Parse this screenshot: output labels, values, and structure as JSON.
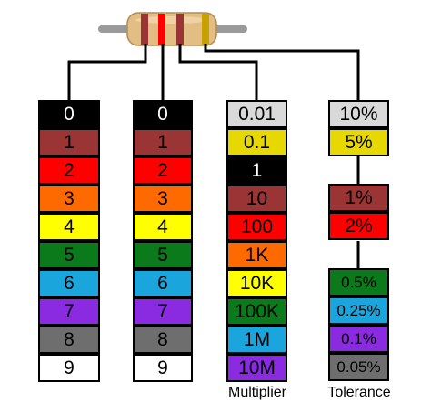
{
  "columns": [
    {
      "id": "digit1",
      "caption": "",
      "bands": [
        {
          "label": "0",
          "color": "#000000",
          "text": "#ffffff"
        },
        {
          "label": "1",
          "color": "#9b3535",
          "text": "#000000"
        },
        {
          "label": "2",
          "color": "#ff0000",
          "text": "#000000"
        },
        {
          "label": "3",
          "color": "#ff6a00",
          "text": "#000000"
        },
        {
          "label": "4",
          "color": "#ffff00",
          "text": "#000000"
        },
        {
          "label": "5",
          "color": "#0a7a1a",
          "text": "#000000"
        },
        {
          "label": "6",
          "color": "#1aa6dc",
          "text": "#000000"
        },
        {
          "label": "7",
          "color": "#8a2be2",
          "text": "#000000"
        },
        {
          "label": "8",
          "color": "#6e6e6e",
          "text": "#000000"
        },
        {
          "label": "9",
          "color": "#ffffff",
          "text": "#000000"
        }
      ]
    },
    {
      "id": "digit2",
      "caption": "",
      "bands": [
        {
          "label": "0",
          "color": "#000000",
          "text": "#ffffff"
        },
        {
          "label": "1",
          "color": "#9b3535",
          "text": "#000000"
        },
        {
          "label": "2",
          "color": "#ff0000",
          "text": "#000000"
        },
        {
          "label": "3",
          "color": "#ff6a00",
          "text": "#000000"
        },
        {
          "label": "4",
          "color": "#ffff00",
          "text": "#000000"
        },
        {
          "label": "5",
          "color": "#0a7a1a",
          "text": "#000000"
        },
        {
          "label": "6",
          "color": "#1aa6dc",
          "text": "#000000"
        },
        {
          "label": "7",
          "color": "#8a2be2",
          "text": "#000000"
        },
        {
          "label": "8",
          "color": "#6e6e6e",
          "text": "#000000"
        },
        {
          "label": "9",
          "color": "#ffffff",
          "text": "#000000"
        }
      ]
    },
    {
      "id": "multiplier",
      "caption": "Multiplier",
      "bands": [
        {
          "label": "0.01",
          "color": "#d9d9d9",
          "text": "#000000"
        },
        {
          "label": "0.1",
          "color": "#e6d800",
          "text": "#000000"
        },
        {
          "label": "1",
          "color": "#000000",
          "text": "#ffffff"
        },
        {
          "label": "10",
          "color": "#9b3535",
          "text": "#000000"
        },
        {
          "label": "100",
          "color": "#ff0000",
          "text": "#000000"
        },
        {
          "label": "1K",
          "color": "#ff6a00",
          "text": "#000000"
        },
        {
          "label": "10K",
          "color": "#ffff00",
          "text": "#000000"
        },
        {
          "label": "100K",
          "color": "#0a7a1a",
          "text": "#000000"
        },
        {
          "label": "1M",
          "color": "#1aa6dc",
          "text": "#000000"
        },
        {
          "label": "10M",
          "color": "#8a2be2",
          "text": "#000000"
        }
      ]
    },
    {
      "id": "tolerance",
      "caption": "Tolerance",
      "bands": [
        {
          "label": "10%",
          "color": "#d9d9d9",
          "text": "#000000"
        },
        {
          "label": "5%",
          "color": "#e6d800",
          "text": "#000000"
        },
        {
          "label": "1%",
          "color": "#9b3535",
          "text": "#000000"
        },
        {
          "label": "2%",
          "color": "#ff0000",
          "text": "#000000"
        },
        {
          "label": "0.5%",
          "color": "#0a7a1a",
          "text": "#000000"
        },
        {
          "label": "0.25%",
          "color": "#1aa6dc",
          "text": "#000000"
        },
        {
          "label": "0.1%",
          "color": "#8a2be2",
          "text": "#000000"
        },
        {
          "label": "0.05%",
          "color": "#6e6e6e",
          "text": "#000000"
        }
      ]
    }
  ],
  "resistor": {
    "body_color": "#e2bd84",
    "lead_color": "#9a9a9a",
    "band_colors": [
      "#9b3535",
      "#ff0000",
      "#9b3535",
      "#c8a000"
    ]
  }
}
